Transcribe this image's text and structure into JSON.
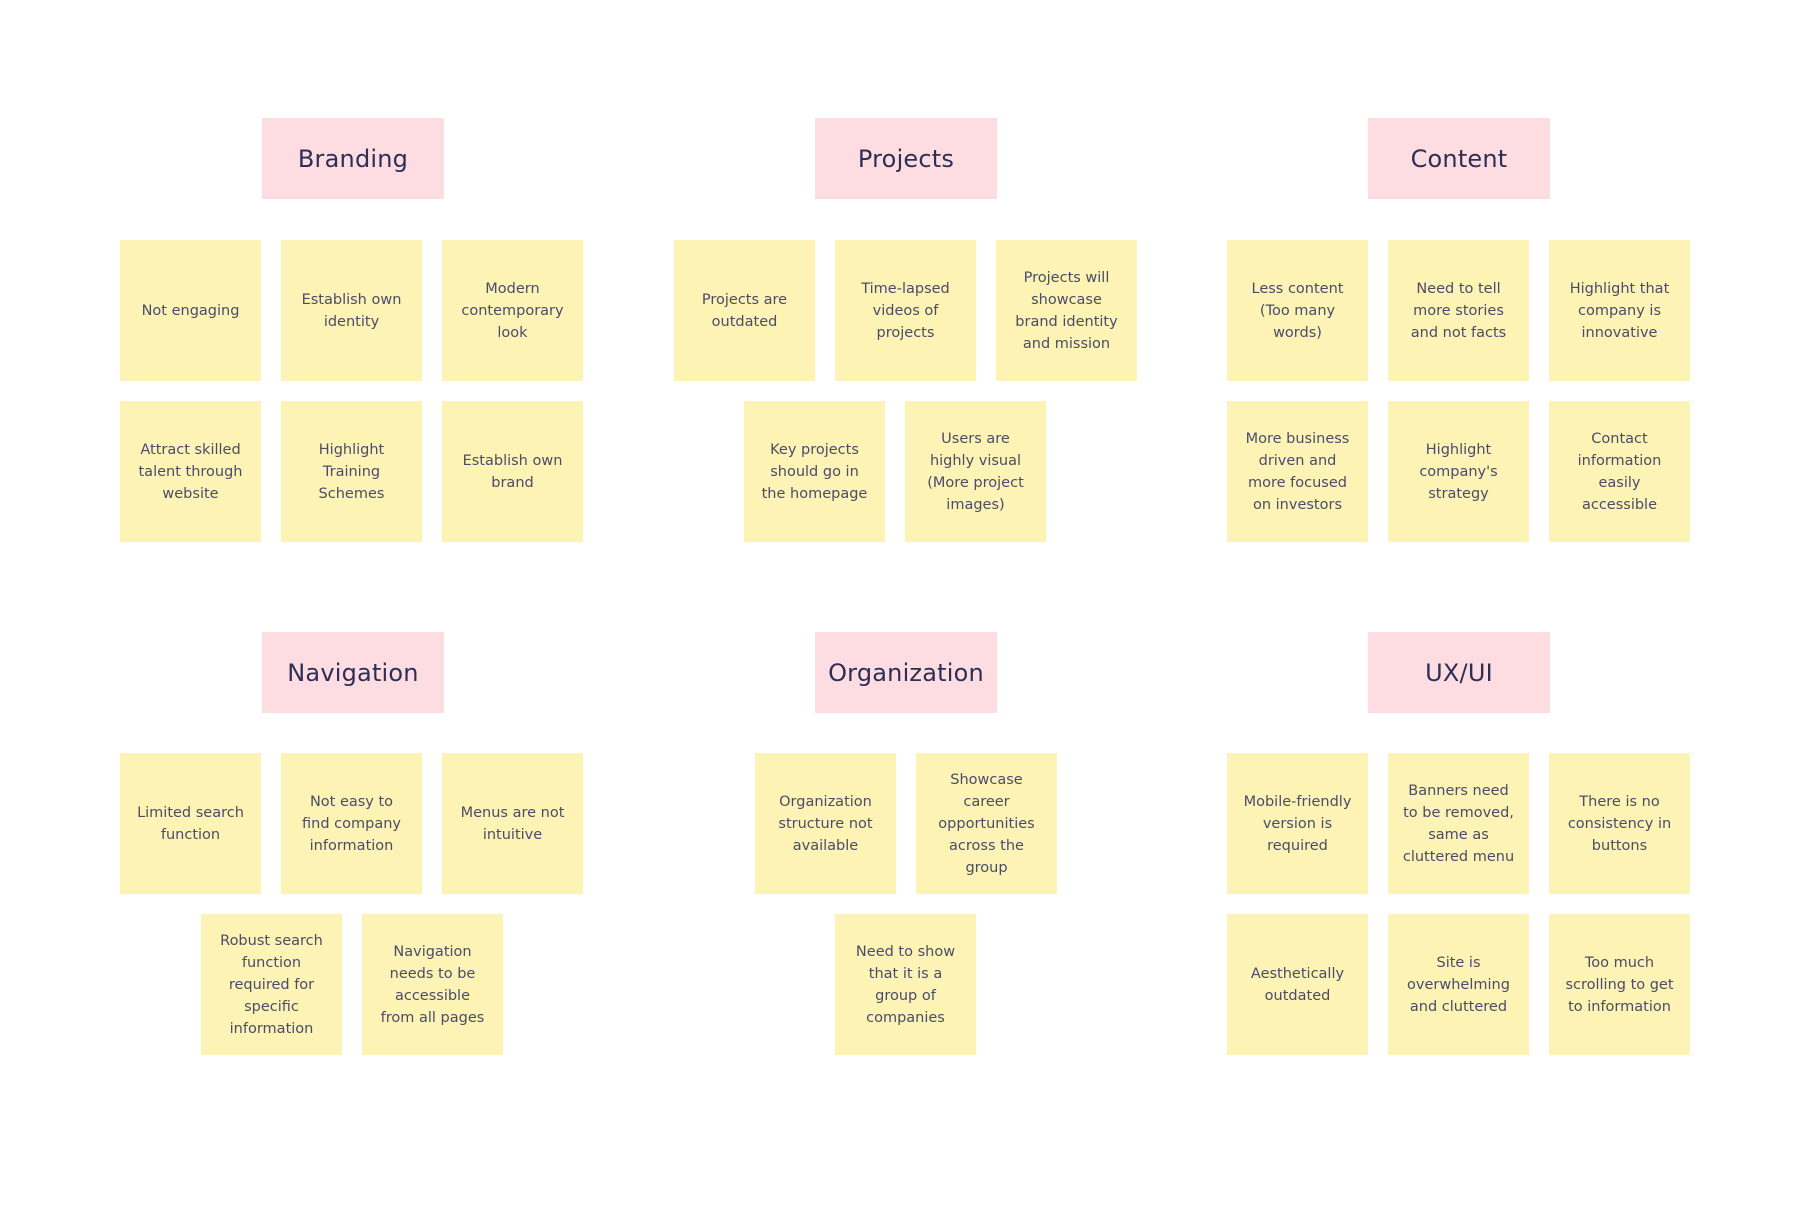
{
  "colors": {
    "header_note": "#fddde2",
    "sticky_note": "#fdf3b5",
    "text": "#3d3f5e"
  },
  "groups": [
    {
      "title": "Branding",
      "notes": [
        "Not engaging",
        "Establish own identity",
        "Modern contemporary look",
        "Attract skilled talent through website",
        "Highlight Training Schemes",
        "Establish own brand"
      ]
    },
    {
      "title": "Projects",
      "notes": [
        "Projects are outdated",
        "Time-lapsed videos of projects",
        "Projects will showcase brand identity and mission",
        "Key projects should go in the homepage",
        "Users are highly visual (More project images)"
      ]
    },
    {
      "title": "Content",
      "notes": [
        "Less content (Too many words)",
        "Need to tell more stories and not facts",
        "Highlight that company is innovative",
        "More business driven and more focused on investors",
        "Highlight company's strategy",
        "Contact information easily accessible"
      ]
    },
    {
      "title": "Navigation",
      "notes": [
        "Limited search function",
        "Not easy to find company information",
        "Menus are not intuitive",
        "Robust search function required for specific information",
        "Navigation needs to be accessible from all pages"
      ]
    },
    {
      "title": "Organization",
      "notes": [
        "Organization structure not available",
        "Showcase career opportunities across the group",
        "Need to show that it is a group of companies"
      ]
    },
    {
      "title": "UX/UI",
      "notes": [
        "Mobile-friendly version is required",
        "Banners need to be removed, same as cluttered menu",
        "There is no consistency in buttons",
        "Aesthetically outdated",
        "Site is overwhelming and cluttered",
        "Too much scrolling to get to information"
      ]
    }
  ]
}
